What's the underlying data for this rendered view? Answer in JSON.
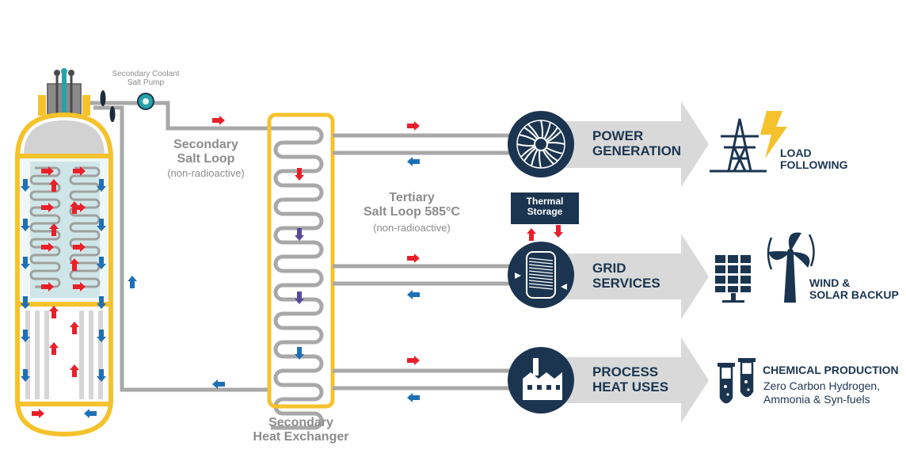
{
  "labels": {
    "pump": [
      "Secondary Coolant",
      "Salt Pump"
    ],
    "secondary_loop": [
      "Secondary",
      "Salt Loop"
    ],
    "secondary_loop_note": "(non-radioactive)",
    "tertiary_loop": [
      "Tertiary",
      "Salt Loop 585°C"
    ],
    "tertiary_loop_note": "(non-radioactive)",
    "heat_exchanger": [
      "Secondary",
      "Heat Exchanger"
    ],
    "thermal_storage": [
      "Thermal",
      "Storage"
    ]
  },
  "outputs": [
    {
      "id": "power",
      "title": [
        "POWER",
        "GENERATION"
      ],
      "result": [
        "LOAD",
        "FOLLOWING"
      ]
    },
    {
      "id": "grid",
      "title": [
        "GRID",
        "SERVICES"
      ],
      "result": [
        "WIND &",
        "SOLAR BACKUP"
      ]
    },
    {
      "id": "process",
      "title": [
        "PROCESS",
        "HEAT USES"
      ],
      "result_title": "CHEMICAL PRODUCTION",
      "result": [
        "Zero Carbon Hydrogen,",
        "Ammonia & Syn-fuels"
      ]
    }
  ],
  "colors": {
    "navy": "#1b3550",
    "yellow": "#f5c22b",
    "pipe_gray": "#a8a8a8",
    "text_gray": "#8c8c8c",
    "chevron_gray": "#d9d9d9",
    "hot_red": "#e8202a",
    "cold_blue": "#1f6fb5",
    "pump_teal": "#25a3a8",
    "core_bg": "#cfe6e8"
  },
  "icons": [
    "turbine-icon",
    "thermal-tank-icon",
    "factory-icon",
    "transmission-tower-icon",
    "lightning-bolt-icon",
    "solar-panel-icon",
    "wind-turbine-icon",
    "test-tubes-icon",
    "salt-pump-icon",
    "reactor-vessel-icon"
  ]
}
